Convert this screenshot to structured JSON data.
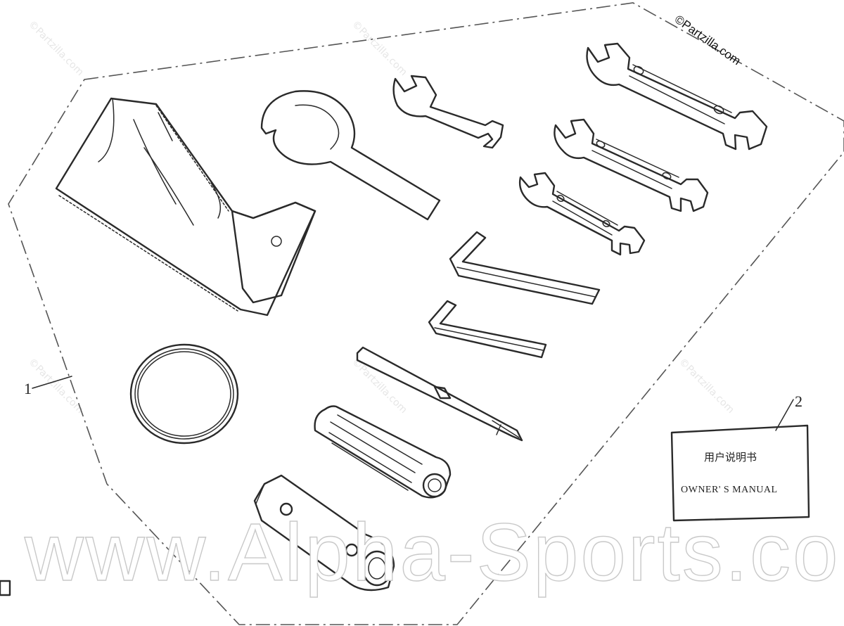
{
  "watermarks": {
    "corner": "©Partzilla.com",
    "tile": "©Partzilla.com",
    "main": "www.Alpha-Sports.com"
  },
  "callouts": {
    "kit": "1",
    "manual": "2"
  },
  "manual": {
    "chinese_title": "用户说明书",
    "english_title": "OWNER' S  MANUAL"
  },
  "parts": [
    {
      "name": "tool-pouch"
    },
    {
      "name": "hook-spanner"
    },
    {
      "name": "open-end-wrench-small"
    },
    {
      "name": "double-open-end-wrench-large"
    },
    {
      "name": "double-open-end-wrench-medium"
    },
    {
      "name": "double-open-end-wrench-small"
    },
    {
      "name": "hex-key-large"
    },
    {
      "name": "hex-key-small"
    },
    {
      "name": "rubber-band"
    },
    {
      "name": "screwdriver-shaft"
    },
    {
      "name": "screwdriver-handle"
    },
    {
      "name": "spark-plug-socket-wrench"
    },
    {
      "name": "owners-manual"
    }
  ],
  "colors": {
    "line": "#2a2a2a",
    "watermark": "#e6e6e6",
    "background": "#ffffff"
  }
}
